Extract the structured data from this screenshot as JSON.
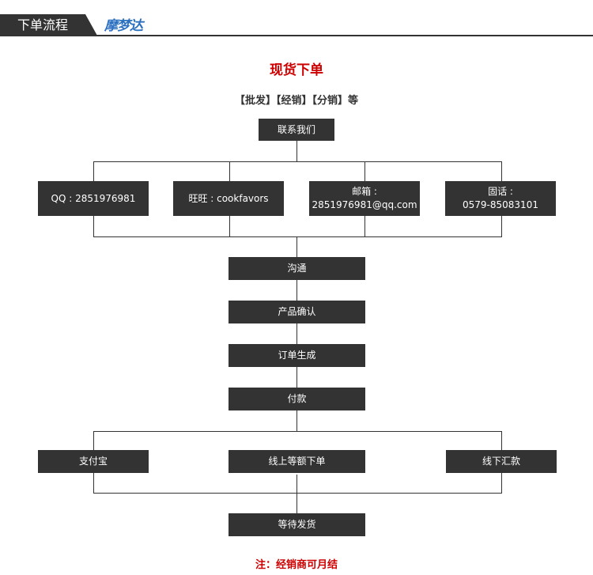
{
  "header": {
    "tab_label": "下单流程",
    "logo_text": "摩梦达"
  },
  "title": "现货下单",
  "subtitle": "【批发】【经销】【分销】等",
  "contact_us": "联系我们",
  "contacts": [
    {
      "line1": "QQ : 2851976981"
    },
    {
      "line1": "旺旺 : cookfavors"
    },
    {
      "line1": "邮箱 :",
      "line2": "2851976981@qq.com"
    },
    {
      "line1": "固话 :",
      "line2": "0579-85083101"
    }
  ],
  "steps": [
    "沟通",
    "产品确认",
    "订单生成",
    "付款"
  ],
  "payments": [
    "支付宝",
    "线上等额下单",
    "线下汇款"
  ],
  "final_step": "等待发货",
  "note": "注：经销商可月结"
}
